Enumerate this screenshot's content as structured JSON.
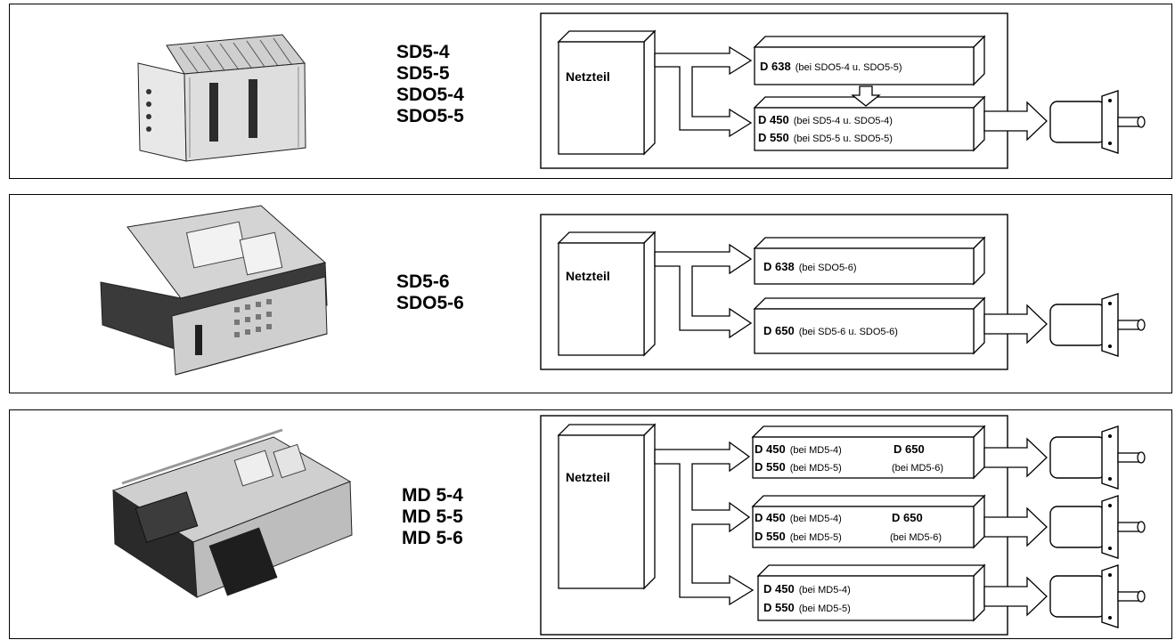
{
  "panels": [
    {
      "models": [
        "SD5-4",
        "SD5-5",
        "SDO5-4",
        "SDO5-5"
      ],
      "power_supply": "Netzteil",
      "boxes": [
        {
          "lines": [
            {
              "code": "D 638",
              "note": "(bei SDO5-4 u. SDO5-5)"
            }
          ]
        },
        {
          "lines": [
            {
              "code": "D 450",
              "note": "(bei SD5-4 u. SDO5-4)"
            },
            {
              "code": "D 550",
              "note": "(bei SD5-5 u. SDO5-5)"
            }
          ]
        }
      ]
    },
    {
      "models": [
        "SD5-6",
        "SDO5-6"
      ],
      "power_supply": "Netzteil",
      "boxes": [
        {
          "lines": [
            {
              "code": "D 638",
              "note": "(bei SDO5-6)"
            }
          ]
        },
        {
          "lines": [
            {
              "code": "D 650",
              "note": "(bei SD5-6 u. SDO5-6)"
            }
          ]
        }
      ]
    },
    {
      "models": [
        "MD 5-4",
        "MD 5-5",
        "MD 5-6"
      ],
      "power_supply": "Netzteil",
      "boxes": [
        {
          "lines": [
            {
              "code": "D 450",
              "note": "(bei MD5-4)"
            },
            {
              "code": "D 550",
              "note": "(bei MD5-5)"
            }
          ],
          "side": {
            "code": "D 650",
            "note": "(bei MD5-6)"
          }
        },
        {
          "lines": [
            {
              "code": "D 450",
              "note": "(bei MD5-4)"
            },
            {
              "code": "D 550",
              "note": "(bei MD5-5)"
            }
          ],
          "side": {
            "code": "D 650",
            "note": "(bei MD5-6)"
          }
        },
        {
          "lines": [
            {
              "code": "D 450",
              "note": "(bei MD5-4)"
            },
            {
              "code": "D 550",
              "note": "(bei MD5-5)"
            }
          ]
        }
      ]
    }
  ],
  "colors": {
    "ink": "#000000",
    "paper": "#ffffff",
    "photo_light": "#d9d9d9",
    "photo_dark": "#2b2b2b"
  }
}
